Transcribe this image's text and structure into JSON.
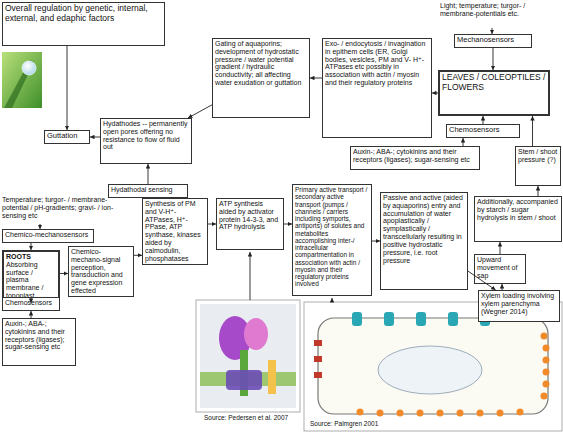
{
  "diagram": {
    "nodes": [
      {
        "text": [
          "Overall regulation by genetic, internal, external, and edaphic factors"
        ]
      },
      {
        "text": [
          "Gating of aquaporins; development of hydrostatic pressure / water potential gradient / hydraulic conductivity; all affecting water exudation or guttation"
        ]
      },
      {
        "text": [
          "Exo- / endocytosis / invagination in epithem cells (ER, Golgi bodies, vesicles, PM and V- H⁺-ATPases etc possibly in association with actin / myosin and their regulatory proteins"
        ]
      },
      {
        "text": [
          "Mechanosensors"
        ]
      },
      {
        "text": [
          "LEAVES / COLEOPTILES / FLOWERS"
        ]
      },
      {
        "text": [
          "Guttation"
        ]
      },
      {
        "text": [
          "Hydathodes -- permanently open pores offering no resistance to flow of fluid out"
        ]
      },
      {
        "text": [
          "Chemosensors"
        ]
      },
      {
        "text": [
          "Auxin-; ABA-; cytokinins and their receptors (ligases); sugar-sensing etc"
        ]
      },
      {
        "text": [
          "Stem / shoot pressure (?)"
        ]
      },
      {
        "text": [
          "Hydathodal sensing"
        ]
      },
      {
        "text": [
          "Chemico-mechanosensors"
        ]
      },
      {
        "text": [
          "Synthesis of PM and V-H⁺-ATPases, H⁺-PPase, ATP synthase, kinases aided by calmodulin, phosphatases"
        ]
      },
      {
        "text": [
          "ATP synthesis aided by activator protein 14-3-3, and ATP hydrolysis"
        ]
      },
      {
        "text": [
          "Primary active transport / secondary active transport (pumps / channels / carriers including symports, antiports) of solutes and metabolites accomplishing inter-/ intracellular compartmentation in association with actin / myosin and their regulatory proteins involved"
        ]
      },
      {
        "text": [
          "Passive and active (aided by aquaporins) entry and accumulation of water apoplastically / symplastically / transcellularly resulting in positive hydrostatic pressure, i.e. root pressure"
        ]
      },
      {
        "text": [
          "Additionally, accompanied by starch / sugar hydrolysis in stem / shoot"
        ]
      },
      {
        "text": [
          "ROOTS",
          "Absorbing surface / plasma membrane / tonoplast"
        ]
      },
      {
        "text": [
          "Chemico-mechano-signal perception, transduction and gene expression effected"
        ]
      },
      {
        "text": [
          "Upward movement of sap"
        ]
      },
      {
        "text": [
          "Chemosensors"
        ]
      },
      {
        "text": [
          "Xylem loading involving xylem parenchyma (Wegner 2014)"
        ]
      },
      {
        "text": [
          "Auxin-; ABA-; cytokinins and their receptors (ligases); sugar-sensing etc"
        ]
      }
    ],
    "edges": [
      {
        "from": 0,
        "to": 5,
        "arrow": "to"
      },
      {
        "from": 4,
        "to": 2,
        "arrow": "to"
      },
      {
        "from": 2,
        "to": 1,
        "arrow": "to"
      },
      {
        "from": 1,
        "to": 6,
        "arrow": "to"
      },
      {
        "from": 6,
        "to": 5,
        "arrow": "to"
      },
      {
        "from": 10,
        "to": 6,
        "arrow": "to"
      },
      {
        "from": 3,
        "to": 4,
        "arrow": "to"
      },
      {
        "from": 7,
        "to": 4,
        "arrow": "to"
      },
      {
        "from": 8,
        "to": 7,
        "arrow": "to"
      },
      {
        "from": 9,
        "to": 4,
        "arrow": "to"
      },
      {
        "from": 16,
        "to": 9,
        "arrow": "to"
      },
      {
        "from": 19,
        "to": 16,
        "arrow": "to"
      },
      {
        "from": 21,
        "to": 19,
        "arrow": "to"
      },
      {
        "from": 15,
        "to": 21,
        "arrow": "to"
      },
      {
        "from": 14,
        "to": 15,
        "arrow": "to"
      },
      {
        "from": 13,
        "to": 14,
        "arrow": "to"
      },
      {
        "from": 12,
        "to": 13,
        "arrow": "to"
      },
      {
        "from": 18,
        "to": 12,
        "arrow": "to"
      },
      {
        "from": 17,
        "to": 18,
        "arrow": "to"
      },
      {
        "from": 11,
        "to": 17,
        "arrow": "to"
      },
      {
        "from": 20,
        "to": 17,
        "arrow": "to"
      },
      {
        "from": 22,
        "to": 20,
        "arrow": "to"
      }
    ],
    "labels": [
      "Light; temperature; turgor- / membrane-potentials etc.",
      "Temperature; turgor- / membrane-potential / pH-gradients; gravi- / ion-sensing etc",
      "Source: Pedersen et al. 2007",
      "Source: Palmgren 2001"
    ]
  }
}
